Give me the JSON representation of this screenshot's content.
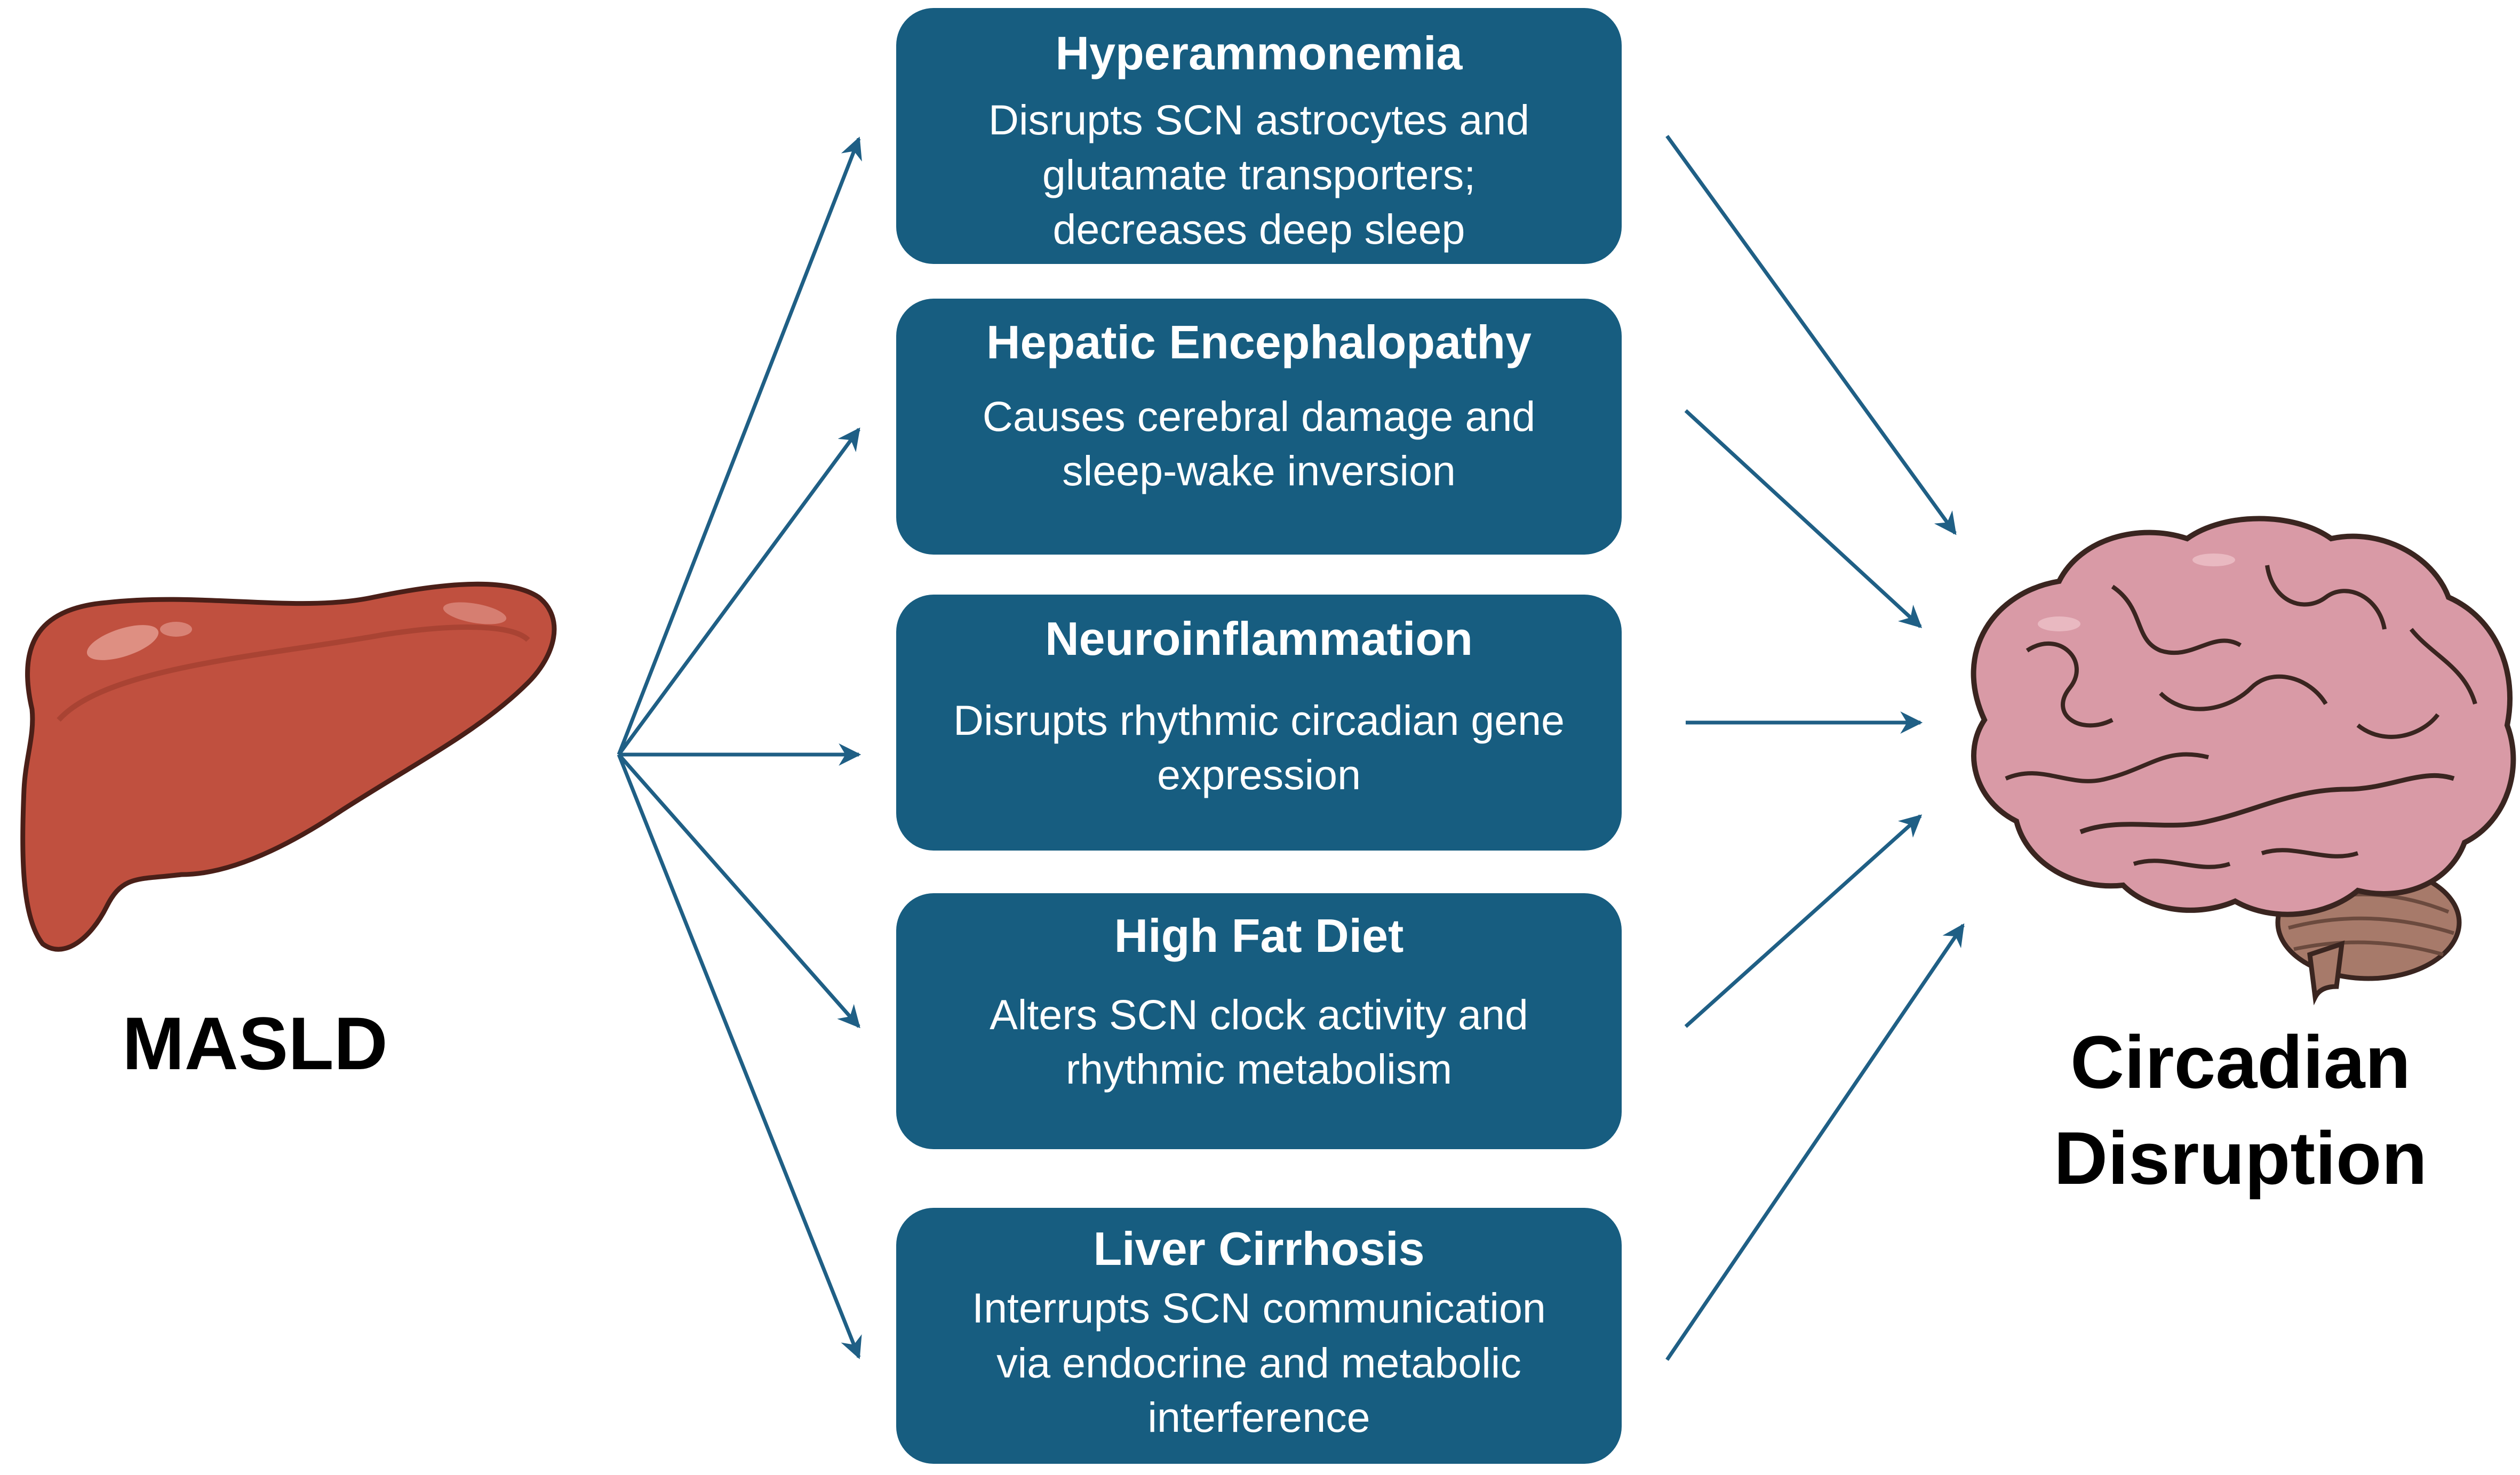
{
  "source": {
    "label": "MASLD"
  },
  "target": {
    "label_line1": "Circadian",
    "label_line2": "Disruption"
  },
  "colors": {
    "box_fill": "#175d80",
    "arrow": "#1f5f85",
    "liver_fill": "#c0503f",
    "brain_fill": "#d99aa6",
    "cerebellum_fill": "#a77a6a"
  },
  "icons": {
    "liver": "liver-icon",
    "brain": "brain-icon"
  },
  "mechanisms": [
    {
      "title": "Hyperammonemia",
      "lines": [
        "Disrupts SCN astrocytes and",
        "glutamate transporters;",
        "decreases deep sleep"
      ]
    },
    {
      "title": "Hepatic Encephalopathy",
      "lines": [
        "Causes cerebral damage and",
        "sleep-wake inversion"
      ]
    },
    {
      "title": "Neuroinflammation",
      "lines": [
        "Disrupts rhythmic circadian gene",
        "expression"
      ]
    },
    {
      "title": "High Fat Diet",
      "lines": [
        "Alters SCN clock activity and",
        "rhythmic metabolism"
      ]
    },
    {
      "title": "Liver Cirrhosis",
      "lines": [
        "Interrupts SCN communication",
        "via endocrine and metabolic",
        "interference"
      ]
    }
  ]
}
